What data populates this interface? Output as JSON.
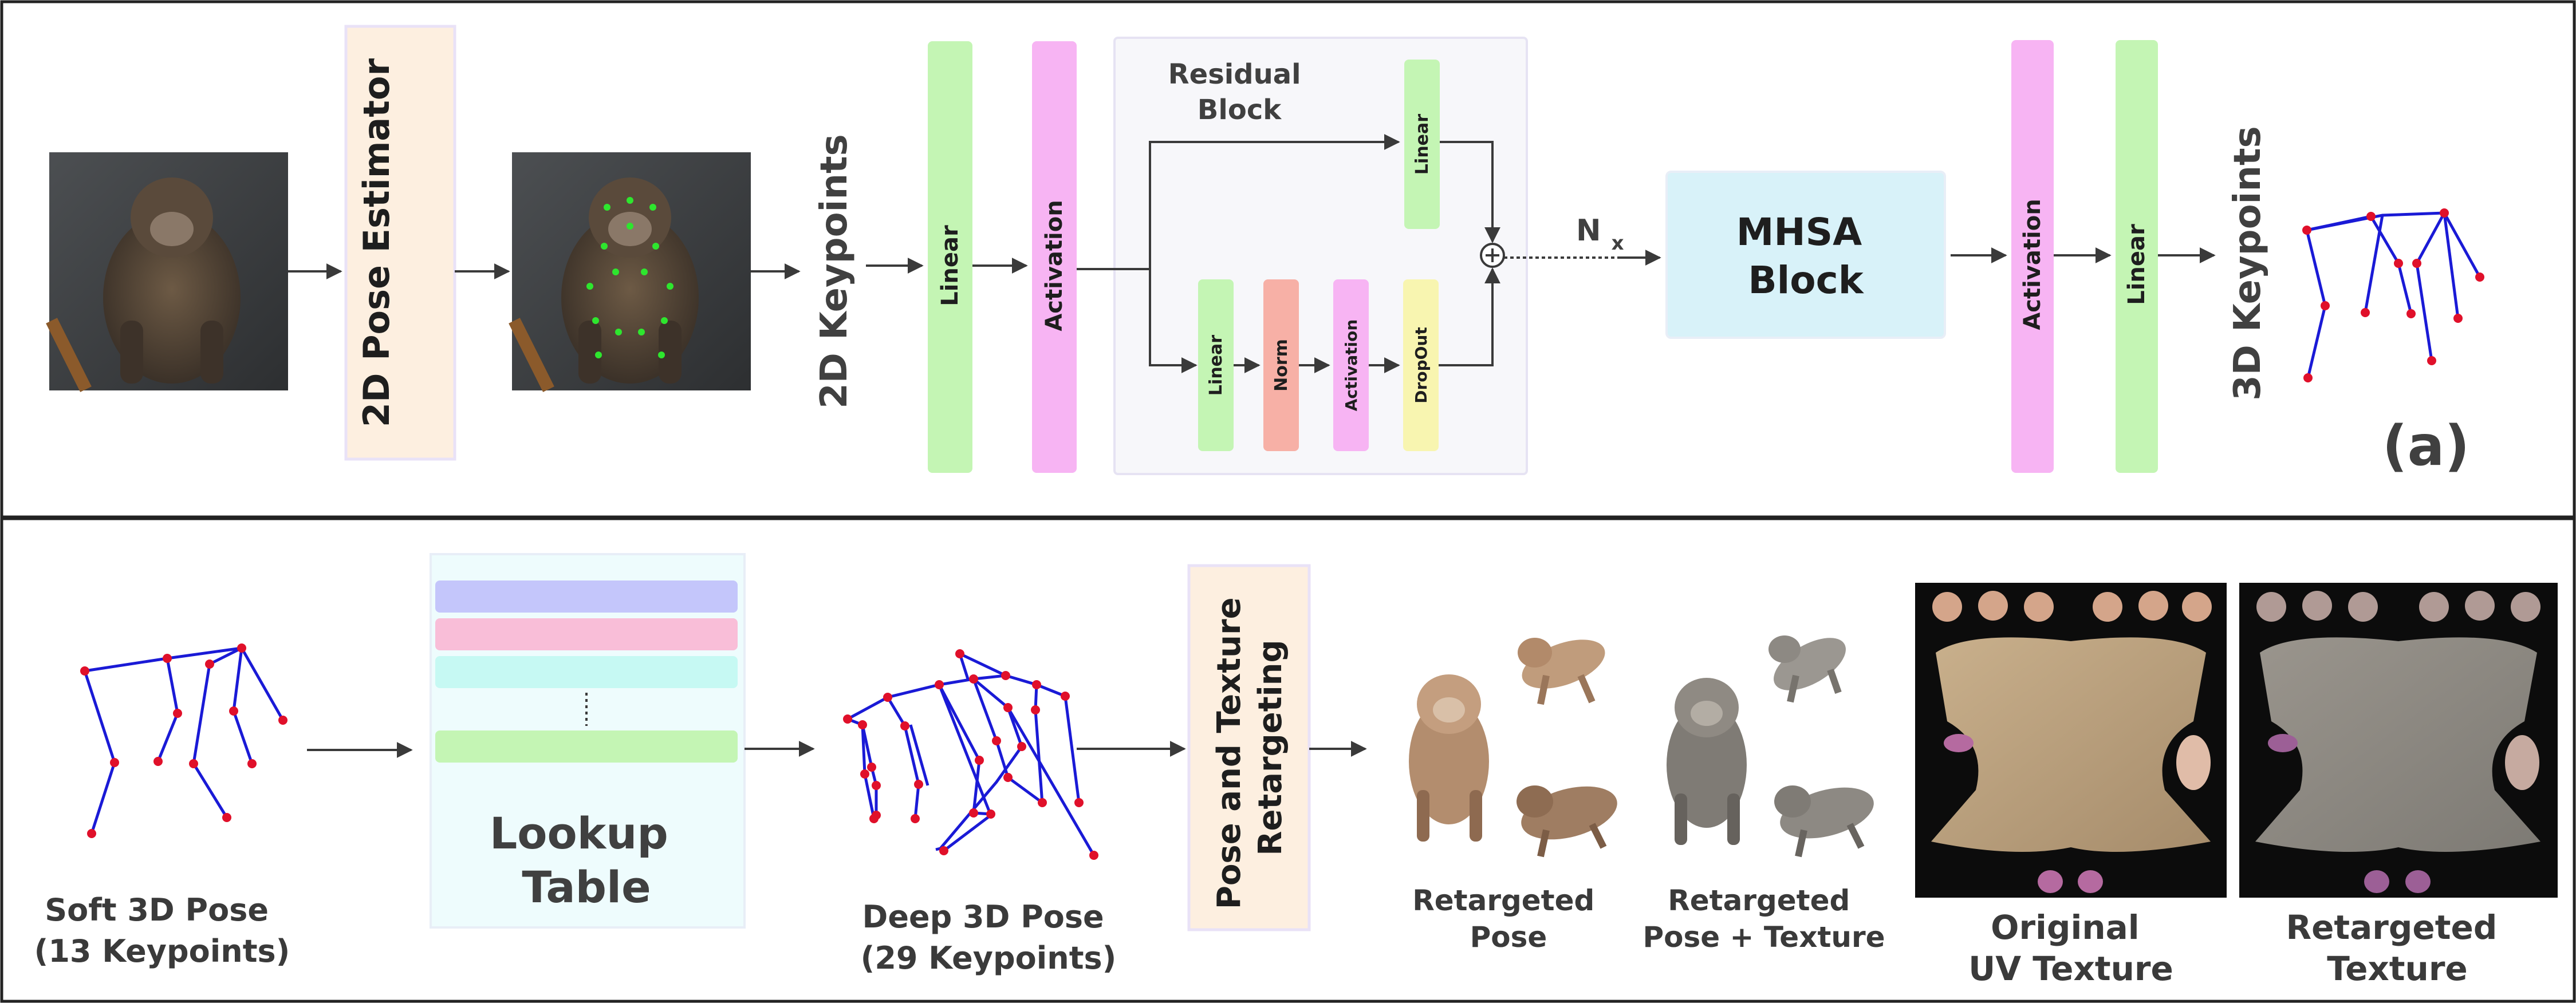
{
  "panel_a": {
    "pose_estimator": "2D Pose Estimator",
    "keypoints_2d": "2D Keypoints",
    "linear_1": "Linear",
    "activation_1": "Activation",
    "residual_block": "Residual\nBlock",
    "res_linear_top": "Linear",
    "res_linear": "Linear",
    "res_norm": "Norm",
    "res_activation": "Activation",
    "res_dropout": "DropOut",
    "nx": "N",
    "nx_sub": "x",
    "mhsa_block": "MHSA\nBlock",
    "activation_2": "Activation",
    "linear_2": "Linear",
    "keypoints_3d": "3D Keypoints",
    "panel_label": "(a)"
  },
  "panel_b": {
    "soft_pose": "Soft 3D Pose\n(13 Keypoints)",
    "lookup_table": "Lookup\nTable",
    "deep_pose": "Deep 3D Pose\n(29 Keypoints)",
    "retargeting": "Pose and Texture\nRetargeting",
    "retargeted_pose": "Retargeted\nPose",
    "retargeted_pose_texture": "Retargeted\nPose + Texture",
    "original_uv": "Original\nUV Texture",
    "retargeted_texture": "Retargeted\nTexture"
  },
  "colors": {
    "linear": "#c4f5b4",
    "activation": "#f7b4f3",
    "norm": "#f7b0a6",
    "dropout": "#f8f5b0",
    "mhsa": "#d8f2f9",
    "estimator": "#fdefe0",
    "skeleton_line": "#1a1ad6",
    "skeleton_joint": "#e0102a"
  },
  "icons": {
    "sum_node": "plus-circle-icon",
    "monkey_photo": "monkey-photo-image",
    "monkey_render": "monkey-3d-render-image",
    "uv_texture": "uv-texture-image"
  }
}
